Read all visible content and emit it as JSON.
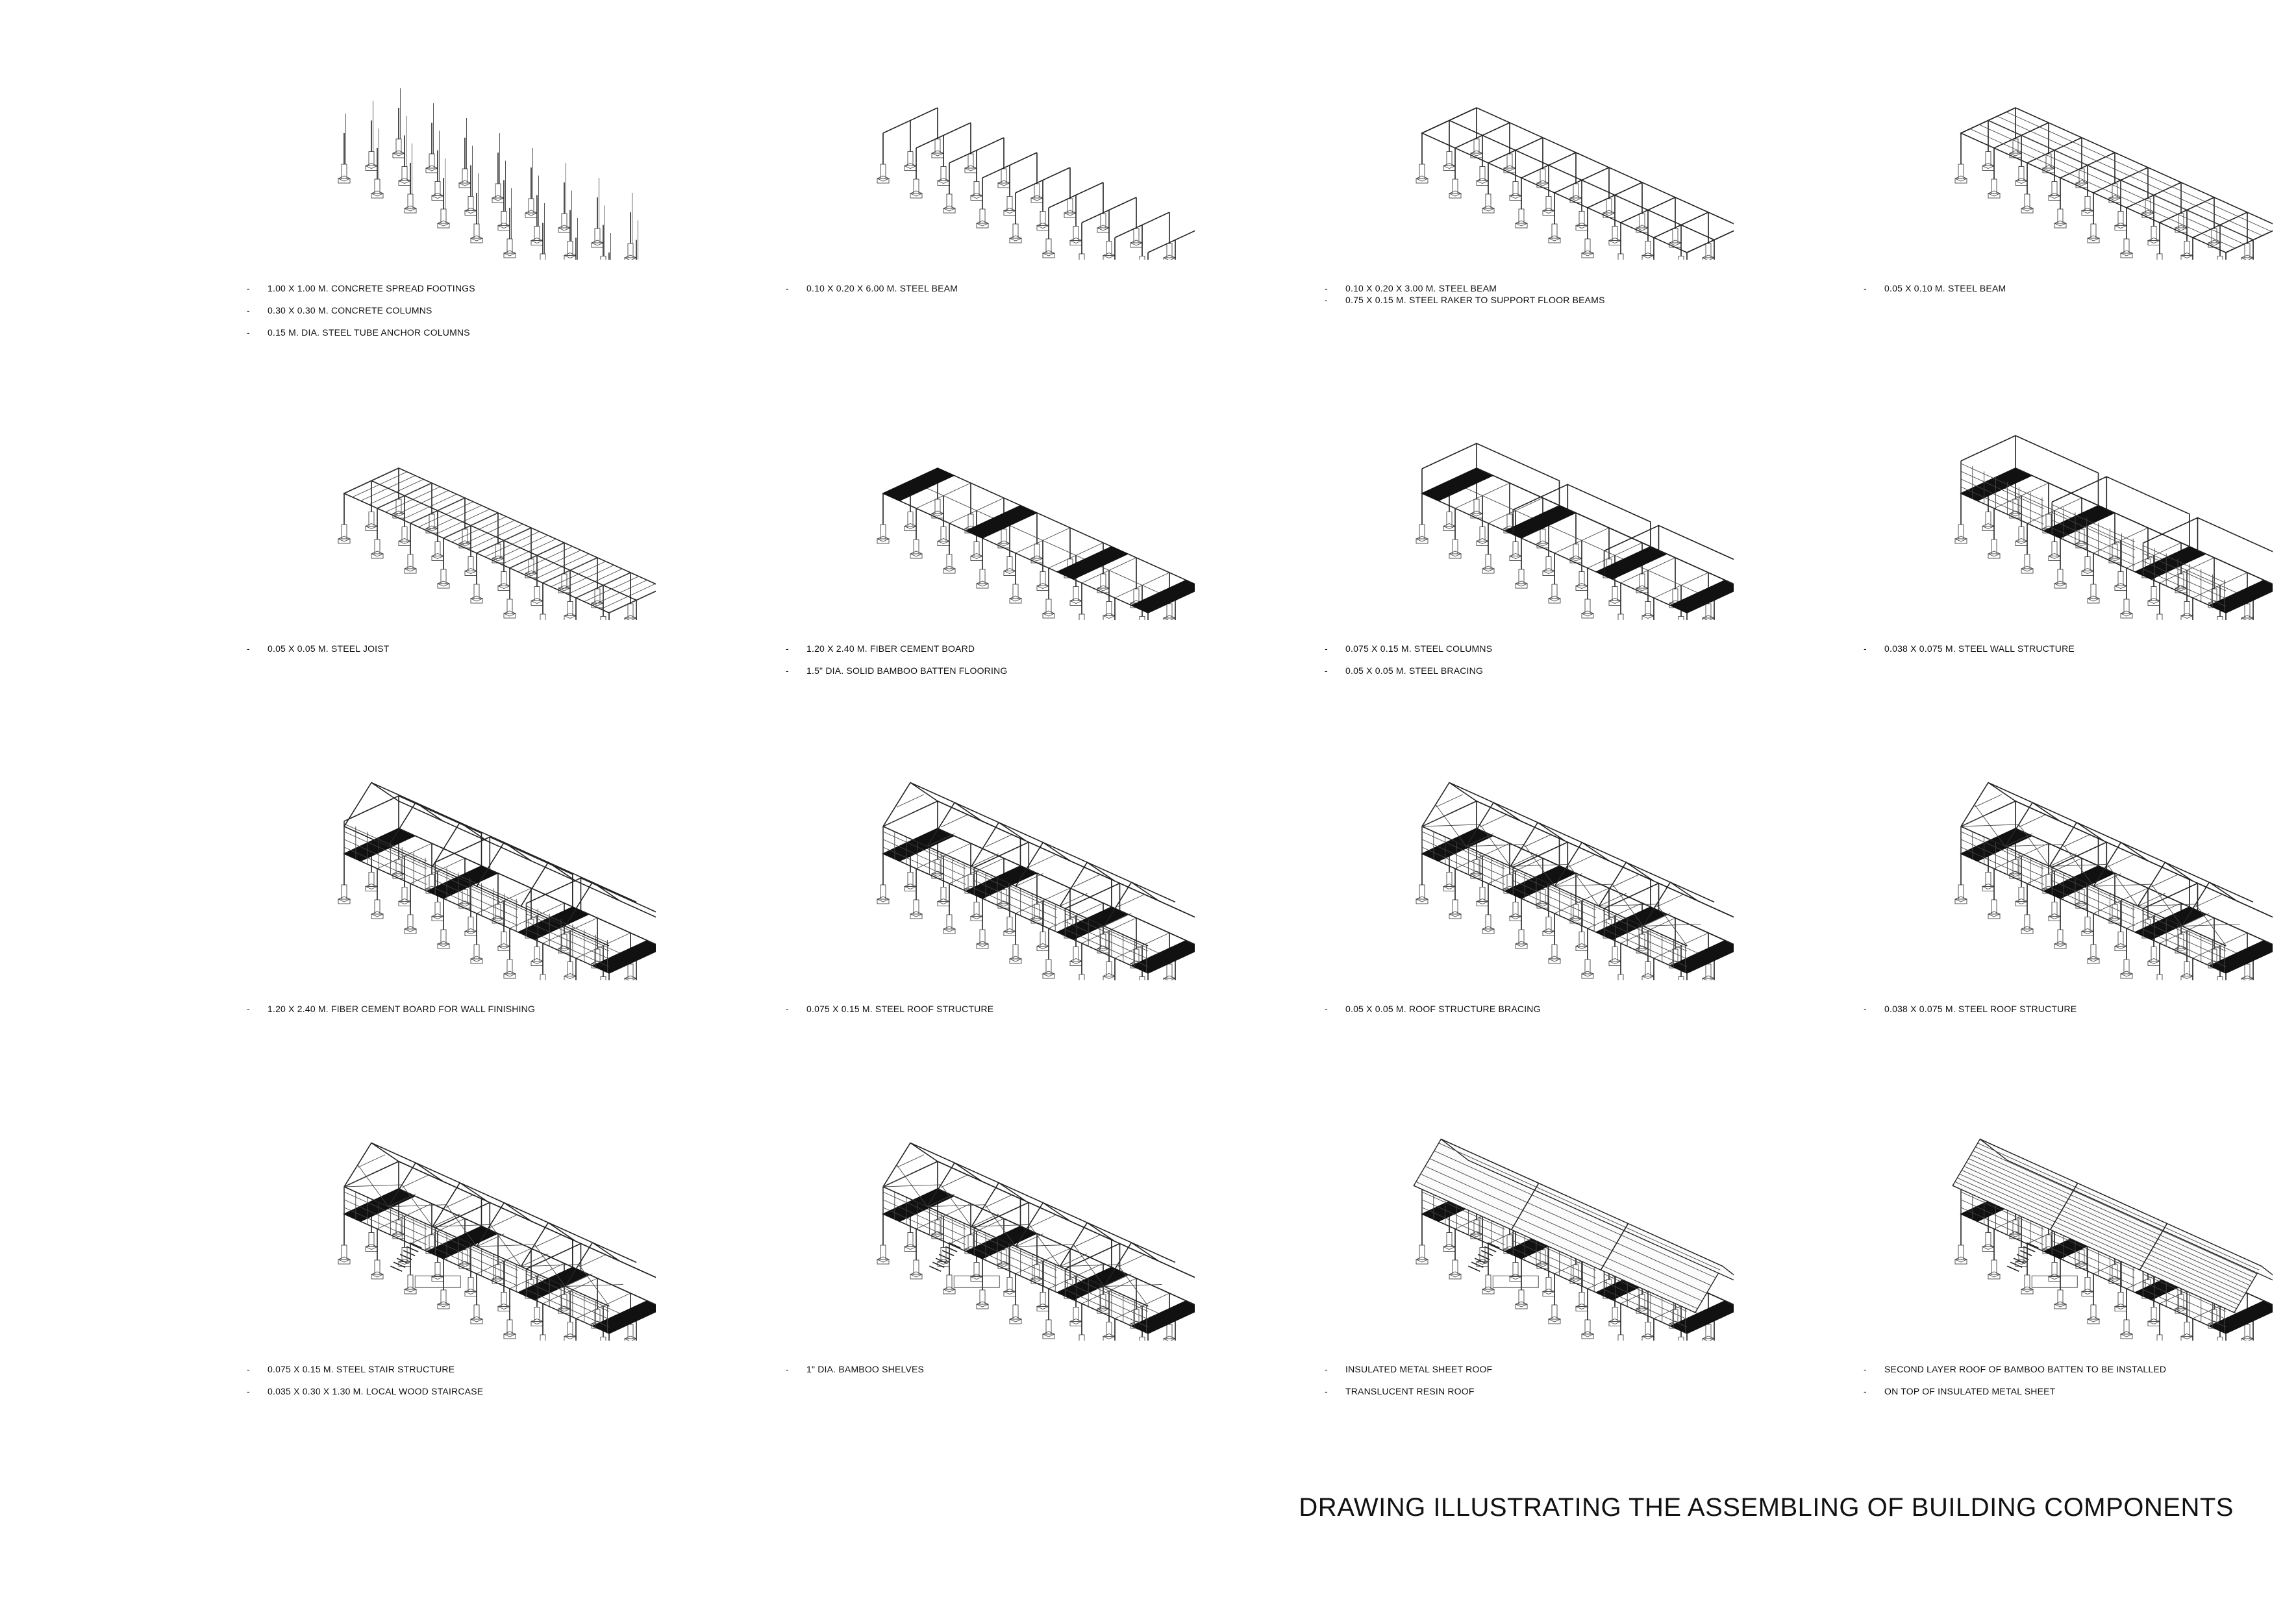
{
  "title": "DRAWING ILLUSTRATING THE ASSEMBLING OF BUILDING COMPONENTS",
  "bullet": "-",
  "steps": [
    {
      "captions": [
        "1.00 X 1.00 M. CONCRETE SPREAD FOOTINGS",
        "0.30 X 0.30 M. CONCRETE COLUMNS",
        "0.15 M. DIA. STEEL TUBE ANCHOR COLUMNS"
      ],
      "tight": false
    },
    {
      "captions": [
        "0.10 X 0.20 X 6.00 M. STEEL BEAM"
      ],
      "tight": false
    },
    {
      "captions": [
        "0.10 X 0.20 X 3.00 M. STEEL BEAM",
        "0.75 X 0.15 M. STEEL RAKER TO SUPPORT FLOOR BEAMS"
      ],
      "tight": true
    },
    {
      "captions": [
        "0.05 X 0.10 M. STEEL BEAM"
      ],
      "tight": false
    },
    {
      "captions": [
        "0.05 X 0.05 M. STEEL JOIST"
      ],
      "tight": false
    },
    {
      "captions": [
        "1.20 X 2.40 M. FIBER CEMENT BOARD",
        "1.5\" DIA. SOLID BAMBOO BATTEN FLOORING"
      ],
      "tight": false
    },
    {
      "captions": [
        "0.075 X 0.15 M. STEEL COLUMNS",
        "0.05 X 0.05 M. STEEL BRACING"
      ],
      "tight": false
    },
    {
      "captions": [
        "0.038 X 0.075 M. STEEL WALL STRUCTURE"
      ],
      "tight": false
    },
    {
      "captions": [
        "1.20 X 2.40 M. FIBER CEMENT BOARD FOR WALL FINISHING"
      ],
      "tight": false
    },
    {
      "captions": [
        "0.075 X 0.15 M. STEEL ROOF STRUCTURE"
      ],
      "tight": false
    },
    {
      "captions": [
        "0.05 X 0.05 M. ROOF STRUCTURE BRACING"
      ],
      "tight": false
    },
    {
      "captions": [
        "0.038 X 0.075 M. STEEL ROOF STRUCTURE"
      ],
      "tight": false
    },
    {
      "captions": [
        "0.075 X 0.15 M. STEEL STAIR STRUCTURE",
        "0.035 X 0.30 X 1.30 M. LOCAL WOOD STAIRCASE"
      ],
      "tight": false
    },
    {
      "captions": [
        "1\" DIA. BAMBOO SHELVES"
      ],
      "tight": false
    },
    {
      "captions": [
        "INSULATED METAL SHEET ROOF",
        "TRANSLUCENT RESIN ROOF"
      ],
      "tight": false
    },
    {
      "captions": [
        "SECOND LAYER ROOF OF BAMBOO BATTEN TO BE INSTALLED",
        "ON TOP OF INSULATED METAL SHEET"
      ],
      "tight": false
    }
  ]
}
